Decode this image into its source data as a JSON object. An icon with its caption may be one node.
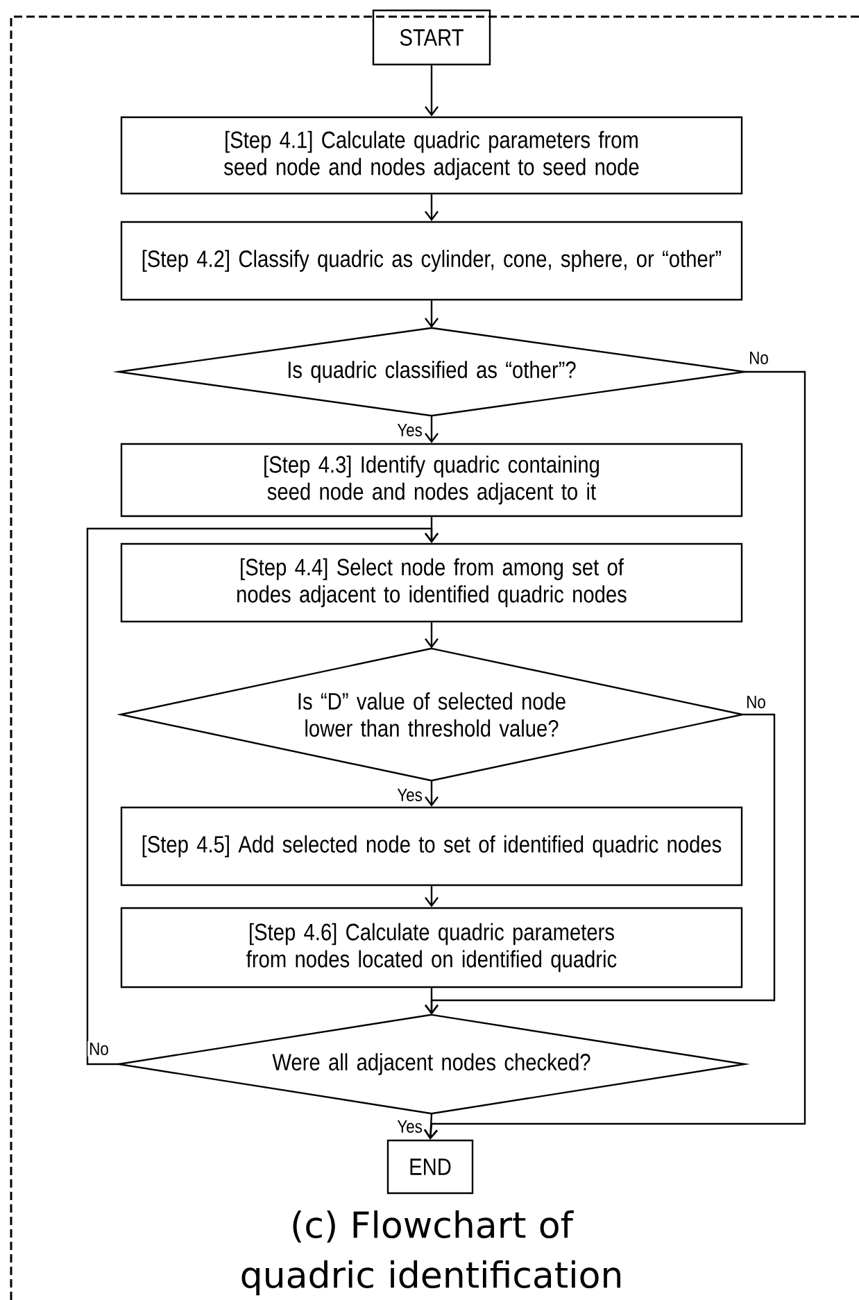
{
  "diagram": {
    "caption": "(c) Flowchart of quadric identification",
    "nodes": [
      {
        "text": [
          "START"
        ]
      },
      {
        "text": [
          "[Step 4.1] Calculate quadric parameters from seed node and nodes adjacent to seed node"
        ]
      },
      {
        "text": [
          "[Step 4.2] Classify quadric as cylinder, cone, sphere, or “other”"
        ]
      },
      {
        "text": [
          "Is quadric classified as “other”?"
        ]
      },
      {
        "text": [
          "[Step 4.3] Identify quadric containing seed node and nodes adjacent to it"
        ]
      },
      {
        "text": [
          "[Step 4.4] Select node from among set of nodes adjacent to identified quadric nodes"
        ]
      },
      {
        "text": [
          "Is “D” value of selected node lower than threshold value?"
        ]
      },
      {
        "text": [
          "[Step 4.5] Add selected node to set of identified quadric nodes"
        ]
      },
      {
        "text": [
          "[Step 4.6] Calculate quadric parameters from nodes located on identified quadric"
        ]
      },
      {
        "text": [
          "Were all adjacent nodes checked?"
        ]
      },
      {
        "text": [
          "END"
        ]
      }
    ],
    "edges": [
      {
        "from": 0,
        "to": 1,
        "arrow": "to"
      },
      {
        "from": 1,
        "to": 2,
        "arrow": "to"
      },
      {
        "from": 2,
        "to": 3,
        "arrow": "to"
      },
      {
        "from": 3,
        "to": 4,
        "arrow": "to",
        "label": "Yes"
      },
      {
        "from": 3,
        "to": 10,
        "arrow": "to",
        "label": "No"
      },
      {
        "from": 4,
        "to": 5,
        "arrow": "to"
      },
      {
        "from": 5,
        "to": 6,
        "arrow": "to"
      },
      {
        "from": 6,
        "to": 7,
        "arrow": "to",
        "label": "Yes"
      },
      {
        "from": 6,
        "to": 9,
        "arrow": "to",
        "label": "No"
      },
      {
        "from": 7,
        "to": 8,
        "arrow": "to"
      },
      {
        "from": 8,
        "to": 9,
        "arrow": "to"
      },
      {
        "from": 9,
        "to": 5,
        "arrow": "to",
        "label": "No"
      },
      {
        "from": 9,
        "to": 10,
        "arrow": "to",
        "label": "Yes"
      }
    ]
  }
}
